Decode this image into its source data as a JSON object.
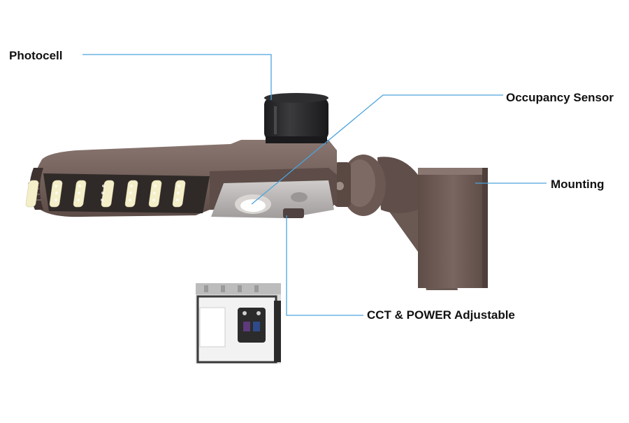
{
  "callouts": {
    "photocell": "Photocell",
    "occupancy_sensor": "Occupancy Sensor",
    "mounting": "Mounting",
    "cct_power": "CCT & POWER Adjustable"
  },
  "colors": {
    "leader_line": "#4da3dd",
    "housing": "#6e5a55",
    "housing_dark": "#4e403c",
    "photocell_body": "#2a2a2c",
    "led": "#f4efc9",
    "lens_plate": "#b9b6b5",
    "text": "#111111"
  },
  "icons": {
    "fixture": "led-area-light-illustration",
    "inset": "driver-compartment-photo"
  }
}
